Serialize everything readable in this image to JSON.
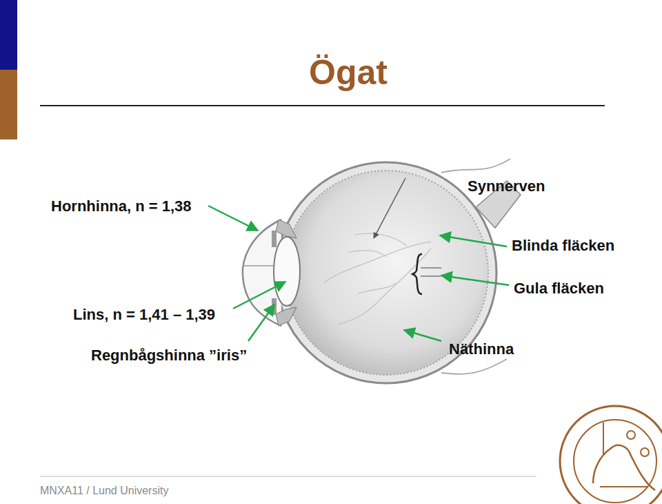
{
  "diagram": {
    "title": "Ögat",
    "labels": [
      "Hornhinna, n = 1,38",
      "Synnerven",
      "Blinda fläcken",
      "Gula fläcken",
      "Lins, n = 1,41 – 1,39",
      "Regnbågshinna ”iris”",
      "Näthinna",
      "MNXA11 / Lund University"
    ]
  }
}
